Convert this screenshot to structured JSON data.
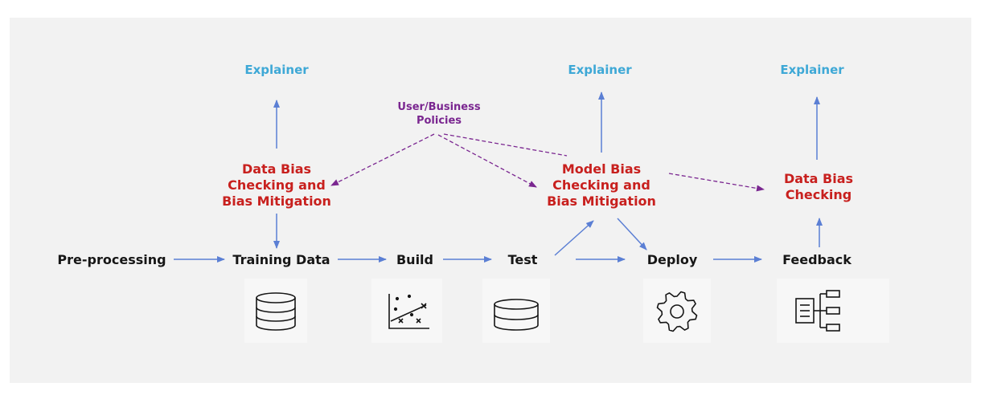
{
  "steps": {
    "preprocessing": "Pre-processing",
    "training_data": "Training Data",
    "build": "Build",
    "test": "Test",
    "deploy": "Deploy",
    "feedback": "Feedback"
  },
  "explainers": {
    "left": "Explainer",
    "middle": "Explainer",
    "right": "Explainer"
  },
  "checks": {
    "data_bias_mitigation": "Data Bias\nChecking and\nBias Mitigation",
    "model_bias_mitigation": "Model Bias\nChecking and\nBias Mitigation",
    "data_bias_checking": "Data Bias\nChecking"
  },
  "policy": "User/Business\nPolicies",
  "icons": [
    "database-icon",
    "scatter-plot-icon",
    "database-icon",
    "gear-icon",
    "flowchart-icon"
  ],
  "colors": {
    "background": "#f2f2f2",
    "arrow": "#5b7fd4",
    "policy_arrow": "#7a2690",
    "explainer": "#3ea8d6",
    "check": "#c8201e",
    "step": "#161616"
  }
}
